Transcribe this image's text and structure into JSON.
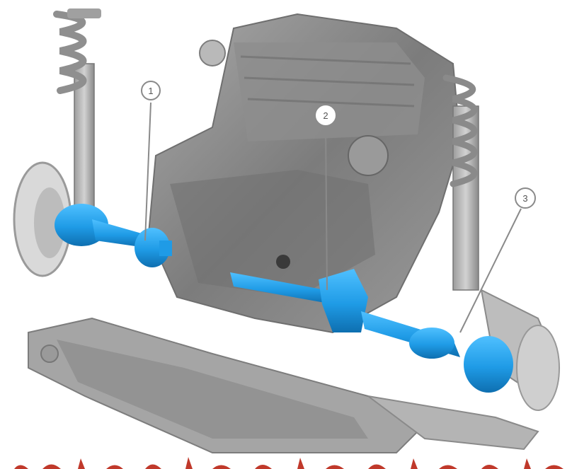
{
  "image": {
    "kind": "illustration",
    "background": "#ffffff",
    "highlight_color": "#1f9be6",
    "component_color": "#8e8e8e"
  },
  "callouts": [
    {
      "label": "1"
    },
    {
      "label": "2"
    },
    {
      "label": "3"
    }
  ],
  "caption": {
    "color": "#c0392b"
  }
}
